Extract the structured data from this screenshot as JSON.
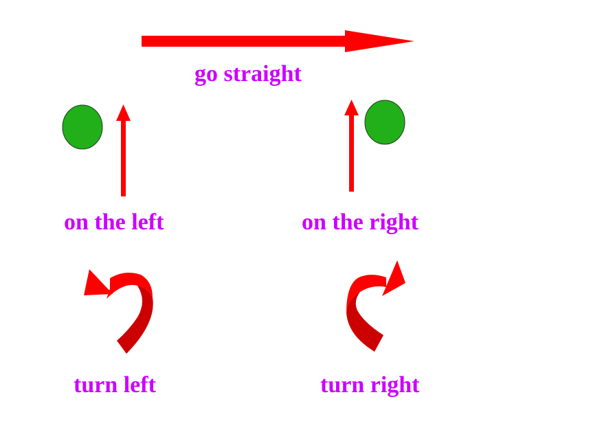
{
  "colors": {
    "text": "#cc00ff",
    "arrow": "#ff0000",
    "arrow_shade": "#cc0000",
    "marker": "#22b01a"
  },
  "icons": {
    "straight": "arrow-right-icon",
    "left_up": "arrow-up-icon",
    "right_up": "arrow-up-icon",
    "turn_left": "curved-arrow-left-icon",
    "turn_right": "curved-arrow-right-icon",
    "left_marker": "green-circle-icon",
    "right_marker": "green-circle-icon"
  },
  "labels": {
    "go_straight": "go straight",
    "on_the_left": "on the left",
    "on_the_right": "on the right",
    "turn_left": "turn left",
    "turn_right": "turn right"
  }
}
